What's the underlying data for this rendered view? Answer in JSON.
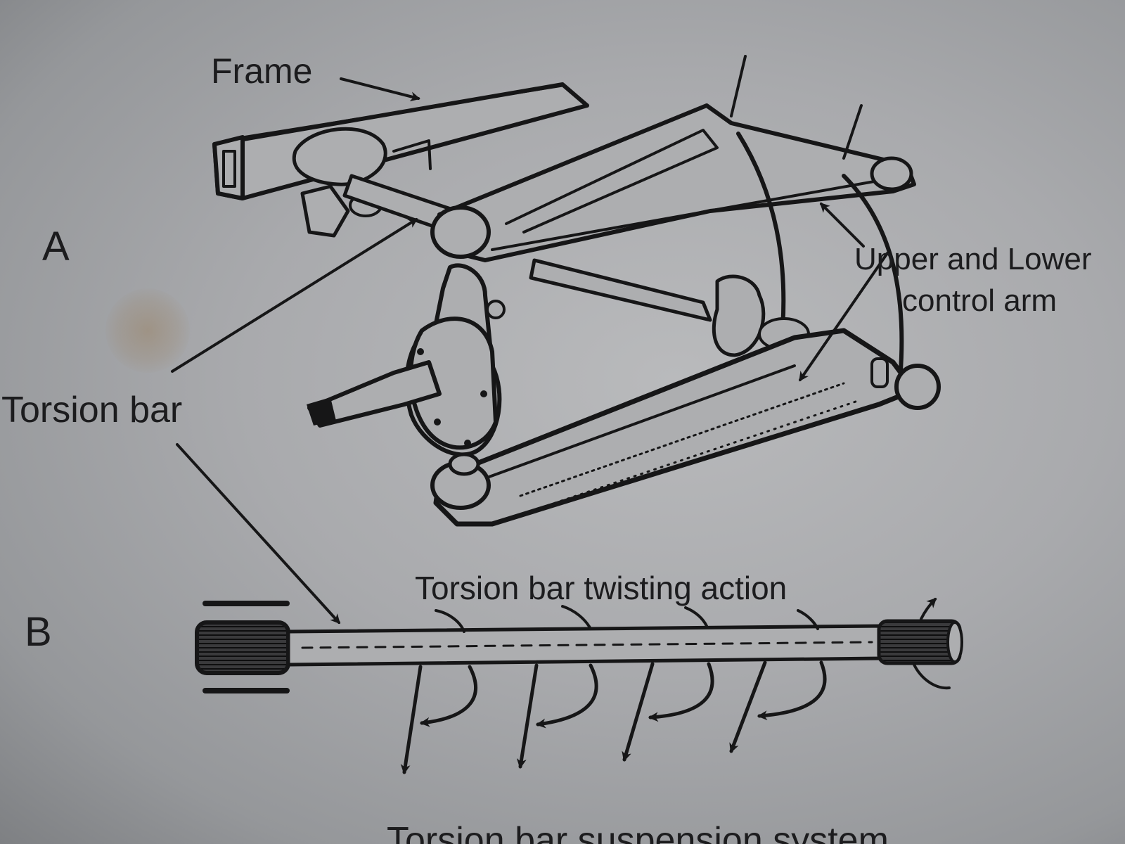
{
  "labels": {
    "frame": "Frame",
    "part_a": "A",
    "part_b": "B",
    "torsion_bar": "Torsion bar",
    "control_arm_line1": "Upper and Lower",
    "control_arm_line2": "control arm",
    "twisting_action": "Torsion bar twisting action",
    "caption_partial": "Torsion bar suspension system"
  },
  "colors": {
    "paper": "#adaeb0",
    "ink": "#161617"
  }
}
